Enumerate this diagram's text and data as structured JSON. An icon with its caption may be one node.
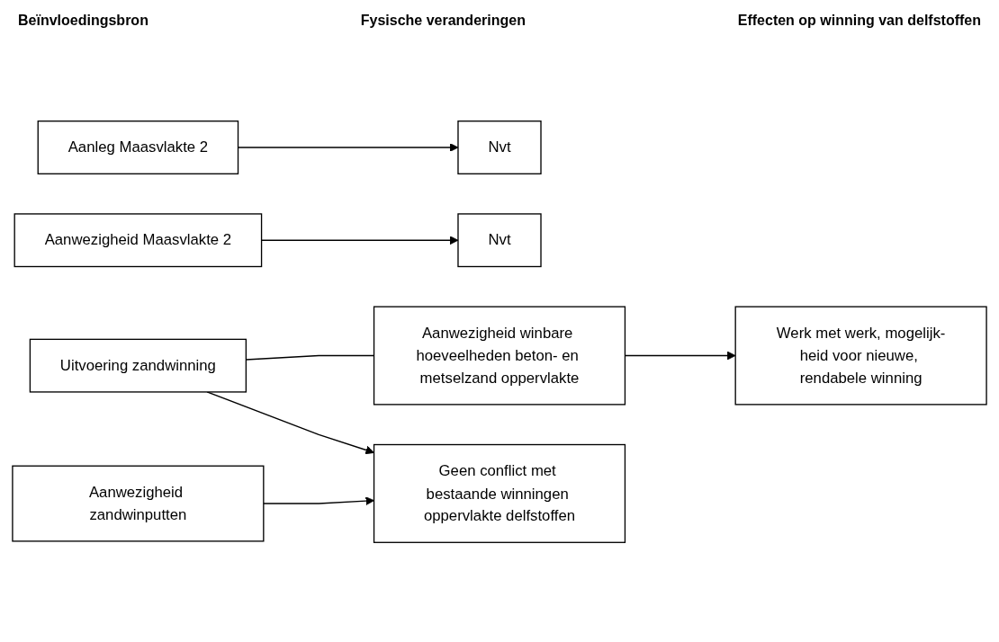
{
  "diagram": {
    "nodes": [
      {
        "text": [
          "Aanleg Maasvlakte 2"
        ]
      },
      {
        "text": [
          "Nvt"
        ]
      },
      {
        "text": [
          "Aanwezigheid Maasvlakte 2"
        ]
      },
      {
        "text": [
          "Nvt"
        ]
      },
      {
        "text": [
          "Uitvoering zandwinning"
        ]
      },
      {
        "text": [
          "Aanwezigheid winbare hoeveelheden beton- en metselzand oppervlakte"
        ]
      },
      {
        "text": [
          "Werk met werk, mogelijk-heid voor nieuwe, rendabele winning"
        ]
      },
      {
        "text": [
          "Aanwezigheid zandwinputten"
        ]
      },
      {
        "text": [
          "Geen conflict met bestaande winningen oppervlakte delfstoffen"
        ]
      }
    ],
    "edges": [
      {
        "from": 0,
        "to": 1,
        "arrow": "to"
      },
      {
        "from": 2,
        "to": 3,
        "arrow": "to"
      },
      {
        "from": 4,
        "to": 5,
        "arrow": "none"
      },
      {
        "from": 5,
        "to": 6,
        "arrow": "to"
      },
      {
        "from": 4,
        "to": 8,
        "arrow": "to"
      },
      {
        "from": 7,
        "to": 8,
        "arrow": "to"
      }
    ],
    "labels": [
      "Beïnvloedingsbron",
      "Fysische veranderingen",
      "Effecten op winning van delfstoffen"
    ]
  }
}
